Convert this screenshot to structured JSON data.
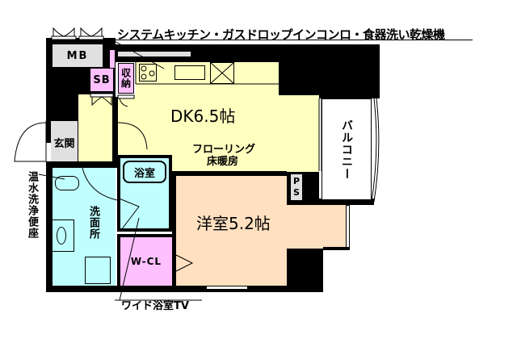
{
  "annotations": {
    "kitchen_note": "システムキッチン・ガスドロップインコンロ・食器洗い乾燥機",
    "toilet_note": "温水洗浄便座",
    "bath_tv_note": "ワイド浴室TV"
  },
  "rooms": {
    "mb": "MB",
    "sb": "SB",
    "storage": "収納",
    "entrance": "玄関",
    "dk": "DK6.5帖",
    "flooring": "フローリング",
    "floor_heating": "床暖房",
    "bathroom": "浴室",
    "washroom": "洗面所",
    "wcl": "W-CL",
    "western_room": "洋室5.2帖",
    "ps_p": "P",
    "ps_s": "S",
    "balcony": "バルコニー"
  },
  "colors": {
    "dk": "#ffffc0",
    "western_room": "#ffe0c0",
    "wet_area": "#c0ffff",
    "closet": "#ffc0ff",
    "utility": "#e0e0e0",
    "wall": "#000000"
  }
}
